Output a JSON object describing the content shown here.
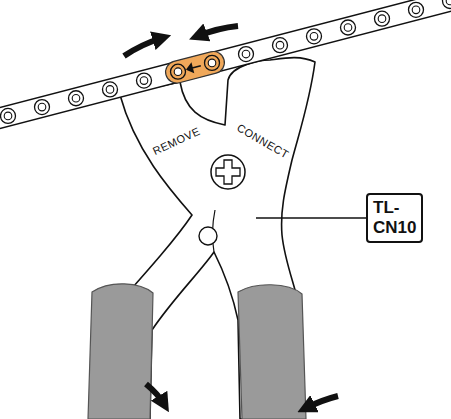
{
  "diagram": {
    "nodes": [
      {
        "text": [
          "TL- CN10"
        ]
      }
    ],
    "labels": [
      "REMOVE",
      "CONNECT"
    ]
  }
}
